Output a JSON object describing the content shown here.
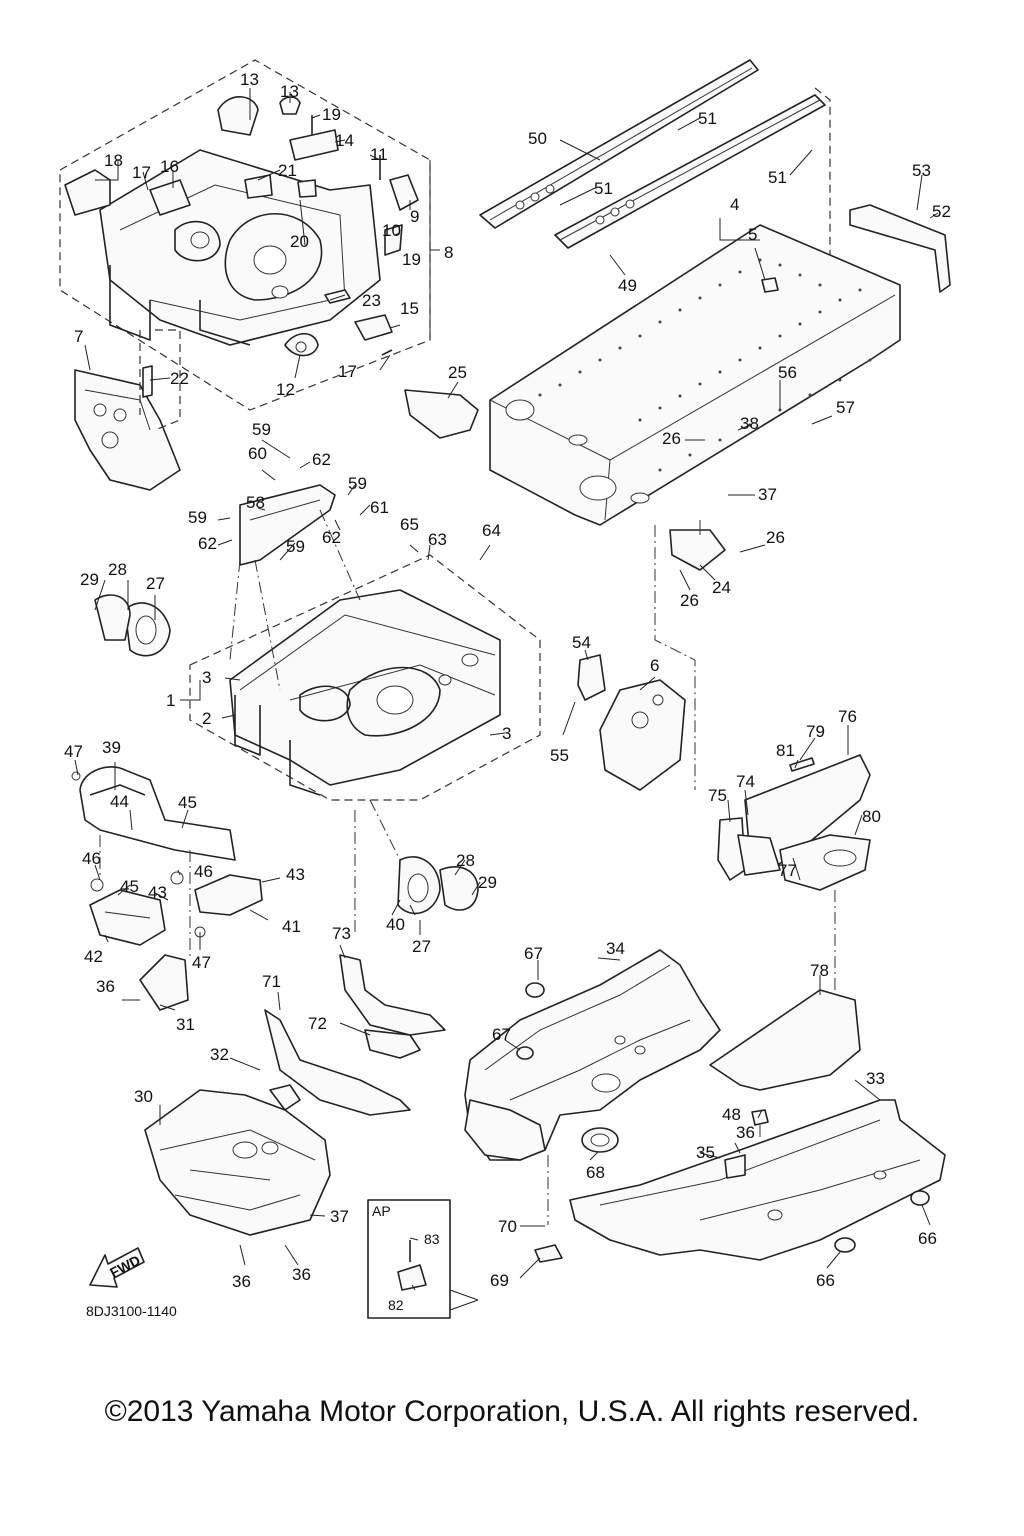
{
  "drawing": {
    "code": "8DJ3100-1140",
    "fwd_label": "FWD",
    "ap_label": "AP",
    "copyright": "©2013 Yamaha Motor Corporation, U.S.A. All rights reserved."
  },
  "callouts": [
    {
      "key": "c13a",
      "text": "13"
    },
    {
      "key": "c13b",
      "text": "13"
    },
    {
      "key": "c19a",
      "text": "19"
    },
    {
      "key": "c14",
      "text": "14"
    },
    {
      "key": "c18",
      "text": "18"
    },
    {
      "key": "c17a",
      "text": "17"
    },
    {
      "key": "c16",
      "text": "16"
    },
    {
      "key": "c21",
      "text": "21"
    },
    {
      "key": "c11",
      "text": "11"
    },
    {
      "key": "c9",
      "text": "9"
    },
    {
      "key": "c10",
      "text": "10"
    },
    {
      "key": "c8",
      "text": "8"
    },
    {
      "key": "c20",
      "text": "20"
    },
    {
      "key": "c19b",
      "text": "19"
    },
    {
      "key": "c23",
      "text": "23"
    },
    {
      "key": "c15",
      "text": "15"
    },
    {
      "key": "c12",
      "text": "12"
    },
    {
      "key": "c17b",
      "text": "17"
    },
    {
      "key": "c7",
      "text": "7"
    },
    {
      "key": "c22",
      "text": "22"
    },
    {
      "key": "c50",
      "text": "50"
    },
    {
      "key": "c51a",
      "text": "51"
    },
    {
      "key": "c51b",
      "text": "51"
    },
    {
      "key": "c51c",
      "text": "51"
    },
    {
      "key": "c53",
      "text": "53"
    },
    {
      "key": "c52",
      "text": "52"
    },
    {
      "key": "c4",
      "text": "4"
    },
    {
      "key": "c5",
      "text": "5"
    },
    {
      "key": "c49",
      "text": "49"
    },
    {
      "key": "c25",
      "text": "25"
    },
    {
      "key": "c56",
      "text": "56"
    },
    {
      "key": "c57",
      "text": "57"
    },
    {
      "key": "c38",
      "text": "38"
    },
    {
      "key": "c26a",
      "text": "26"
    },
    {
      "key": "c37a",
      "text": "37"
    },
    {
      "key": "c26b",
      "text": "26"
    },
    {
      "key": "c24",
      "text": "24"
    },
    {
      "key": "c26c",
      "text": "26"
    },
    {
      "key": "c59a",
      "text": "59"
    },
    {
      "key": "c60",
      "text": "60"
    },
    {
      "key": "c62a",
      "text": "62"
    },
    {
      "key": "c59b",
      "text": "59"
    },
    {
      "key": "c58",
      "text": "58"
    },
    {
      "key": "c61",
      "text": "61"
    },
    {
      "key": "c59c",
      "text": "59"
    },
    {
      "key": "c62b",
      "text": "62"
    },
    {
      "key": "c62c",
      "text": "62"
    },
    {
      "key": "c59d",
      "text": "59"
    },
    {
      "key": "c65",
      "text": "65"
    },
    {
      "key": "c63",
      "text": "63"
    },
    {
      "key": "c64",
      "text": "64"
    },
    {
      "key": "c29a",
      "text": "29"
    },
    {
      "key": "c28a",
      "text": "28"
    },
    {
      "key": "c27a",
      "text": "27"
    },
    {
      "key": "c54",
      "text": "54"
    },
    {
      "key": "c6",
      "text": "6"
    },
    {
      "key": "c3a",
      "text": "3"
    },
    {
      "key": "c1",
      "text": "1"
    },
    {
      "key": "c2",
      "text": "2"
    },
    {
      "key": "c3b",
      "text": "3"
    },
    {
      "key": "c55",
      "text": "55"
    },
    {
      "key": "c76",
      "text": "76"
    },
    {
      "key": "c79",
      "text": "79"
    },
    {
      "key": "c81",
      "text": "81"
    },
    {
      "key": "c75",
      "text": "75"
    },
    {
      "key": "c74",
      "text": "74"
    },
    {
      "key": "c80",
      "text": "80"
    },
    {
      "key": "c77",
      "text": "77"
    },
    {
      "key": "c47a",
      "text": "47"
    },
    {
      "key": "c39",
      "text": "39"
    },
    {
      "key": "c44",
      "text": "44"
    },
    {
      "key": "c45a",
      "text": "45"
    },
    {
      "key": "c46a",
      "text": "46"
    },
    {
      "key": "c46b",
      "text": "46"
    },
    {
      "key": "c45b",
      "text": "45"
    },
    {
      "key": "c43a",
      "text": "43"
    },
    {
      "key": "c43b",
      "text": "43"
    },
    {
      "key": "c42",
      "text": "42"
    },
    {
      "key": "c41",
      "text": "41"
    },
    {
      "key": "c47b",
      "text": "47"
    },
    {
      "key": "c28b",
      "text": "28"
    },
    {
      "key": "c29b",
      "text": "29"
    },
    {
      "key": "c40",
      "text": "40"
    },
    {
      "key": "c27b",
      "text": "27"
    },
    {
      "key": "c36a",
      "text": "36"
    },
    {
      "key": "c31",
      "text": "31"
    },
    {
      "key": "c73",
      "text": "73"
    },
    {
      "key": "c71",
      "text": "71"
    },
    {
      "key": "c72",
      "text": "72"
    },
    {
      "key": "c67a",
      "text": "67"
    },
    {
      "key": "c34",
      "text": "34"
    },
    {
      "key": "c67b",
      "text": "67"
    },
    {
      "key": "c78",
      "text": "78"
    },
    {
      "key": "c32",
      "text": "32"
    },
    {
      "key": "c30",
      "text": "30"
    },
    {
      "key": "c33",
      "text": "33"
    },
    {
      "key": "c48",
      "text": "48"
    },
    {
      "key": "c36b",
      "text": "36"
    },
    {
      "key": "c35",
      "text": "35"
    },
    {
      "key": "c68",
      "text": "68"
    },
    {
      "key": "c37b",
      "text": "37"
    },
    {
      "key": "c83",
      "text": "83"
    },
    {
      "key": "c82",
      "text": "82"
    },
    {
      "key": "c70",
      "text": "70"
    },
    {
      "key": "c69",
      "text": "69"
    },
    {
      "key": "c66a",
      "text": "66"
    },
    {
      "key": "c66b",
      "text": "66"
    },
    {
      "key": "c36c",
      "text": "36"
    },
    {
      "key": "c36d",
      "text": "36"
    }
  ]
}
